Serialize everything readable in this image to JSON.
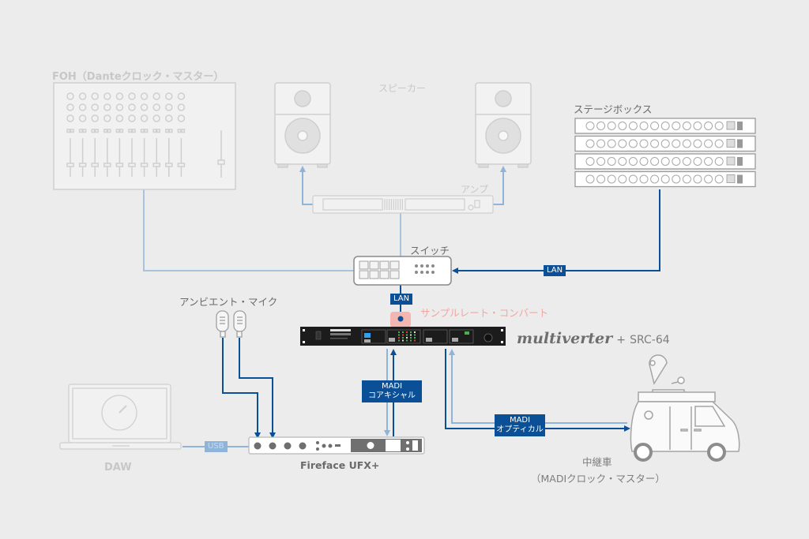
{
  "diagram": {
    "foh": {
      "label": "FOH（Danteクロック・マスター）"
    },
    "speakers": {
      "label": "スピーカー"
    },
    "amp": {
      "label": "アンプ"
    },
    "stagebox": {
      "label": "ステージボックス",
      "units": 4,
      "jacks_per_unit": 13
    },
    "switch": {
      "label": "スイッチ"
    },
    "links": {
      "stagebox_to_switch": "LAN",
      "switch_to_converter": "LAN",
      "converter_to_fireface_line1": "MADI",
      "converter_to_fireface_line2": "コアキシャル",
      "converter_to_ob_van_line1": "MADI",
      "converter_to_ob_van_line2": "オプティカル",
      "daw_to_fireface": "USB"
    },
    "sample_rate_note": "サンプルレート・コンバート",
    "converter": {
      "brand": "multiverter",
      "plus": "+",
      "model": "SRC-64"
    },
    "ambient_mics": {
      "label": "アンビエント・マイク"
    },
    "daw": {
      "label": "DAW"
    },
    "fireface": {
      "label": "Fireface UFX+"
    },
    "ob_van": {
      "label": "中継車",
      "sublabel": "（MADIクロック・マスター）"
    },
    "colors": {
      "background": "#ececec",
      "active_line": "#0b4f96",
      "inactive_line": "#8fb4d9",
      "faded_device": "#c9c9c9",
      "highlight": "#f0a7a2"
    }
  }
}
